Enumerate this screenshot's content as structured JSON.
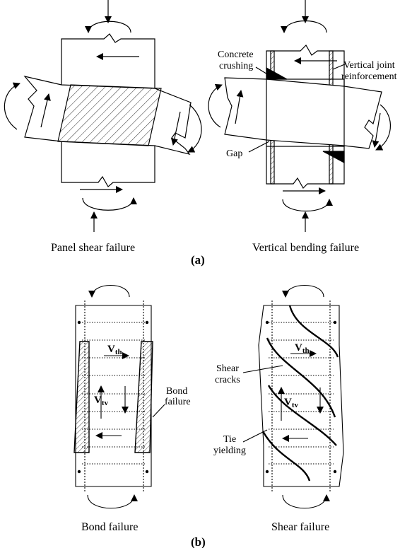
{
  "part_a": {
    "tag": "(a)",
    "left_caption": "Panel shear failure",
    "right_caption": "Vertical bending failure",
    "labels": {
      "concrete": "Concrete",
      "crushing": "crushing",
      "vertical_joint": "Vertical joint",
      "reinforcement": "reinforcement",
      "gap": "Gap"
    }
  },
  "part_b": {
    "tag": "(b)",
    "left_caption": "Bond failure",
    "right_caption": "Shear failure",
    "labels": {
      "bond": "Bond",
      "failure": "failure",
      "shear": "Shear",
      "cracks": "cracks",
      "tie": "Tie",
      "yielding": "yielding"
    },
    "forces": {
      "v_main": "V",
      "th_sub": "th",
      "tv_sub": "tv"
    }
  },
  "colors": {
    "line": "#000000",
    "background": "#ffffff"
  }
}
